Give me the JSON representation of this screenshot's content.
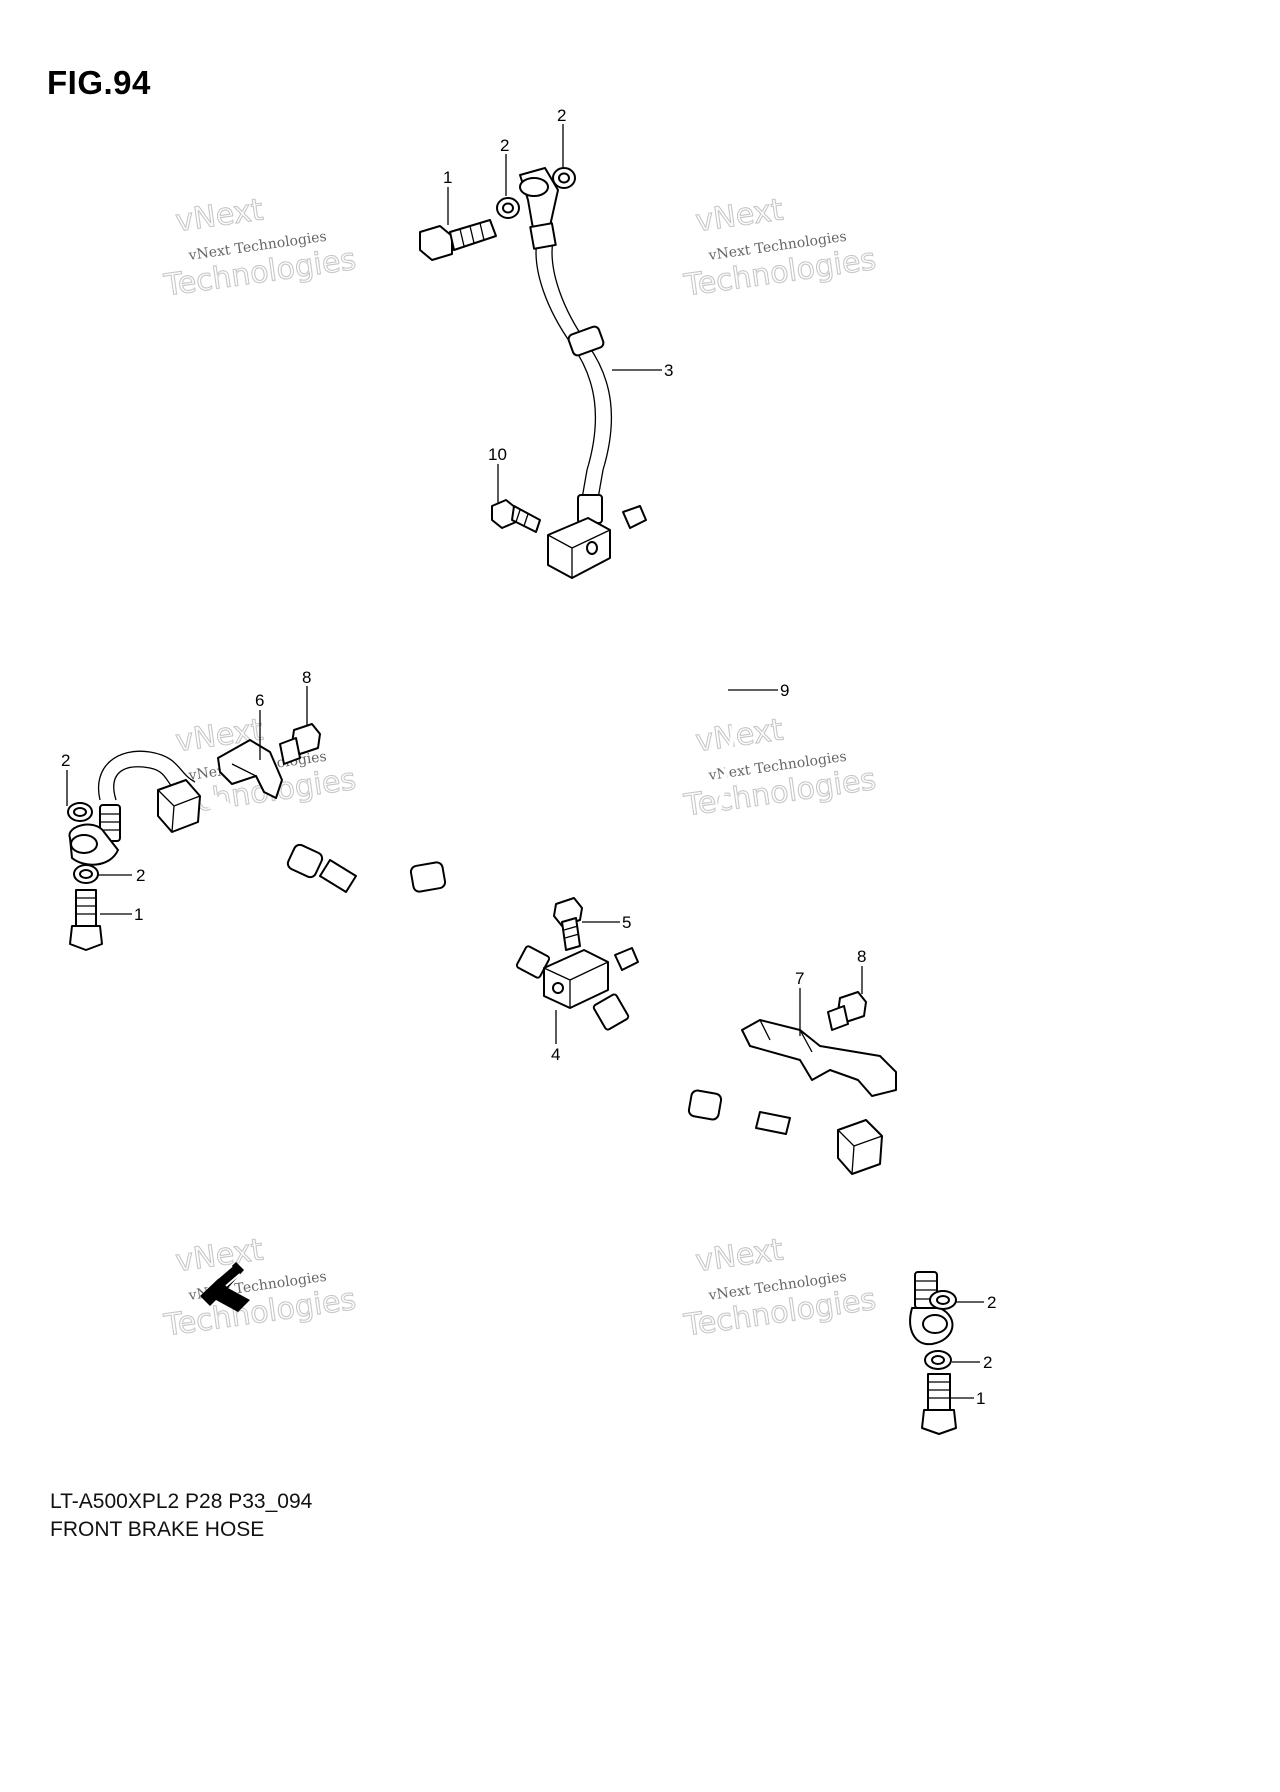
{
  "figure": {
    "title": "FIG.94",
    "code": "LT-A500XPL2 P28 P33_094",
    "description": "FRONT BRAKE HOSE"
  },
  "watermark": {
    "line1": "vNext Technologies",
    "line2": "Technologies",
    "line3": "vNext"
  },
  "callouts": {
    "c1_top": "1",
    "c2_top_a": "2",
    "c2_top_b": "2",
    "c3": "3",
    "c10": "10",
    "c9": "9",
    "c6": "6",
    "c8_left": "8",
    "c2_left_a": "2",
    "c2_left_b": "2",
    "c1_left": "1",
    "c5": "5",
    "c4": "4",
    "c7": "7",
    "c8_right": "8",
    "c2_right_a": "2",
    "c2_right_b": "2",
    "c1_right": "1"
  },
  "icons": {
    "front_arrow": "front-direction-arrow-icon"
  }
}
